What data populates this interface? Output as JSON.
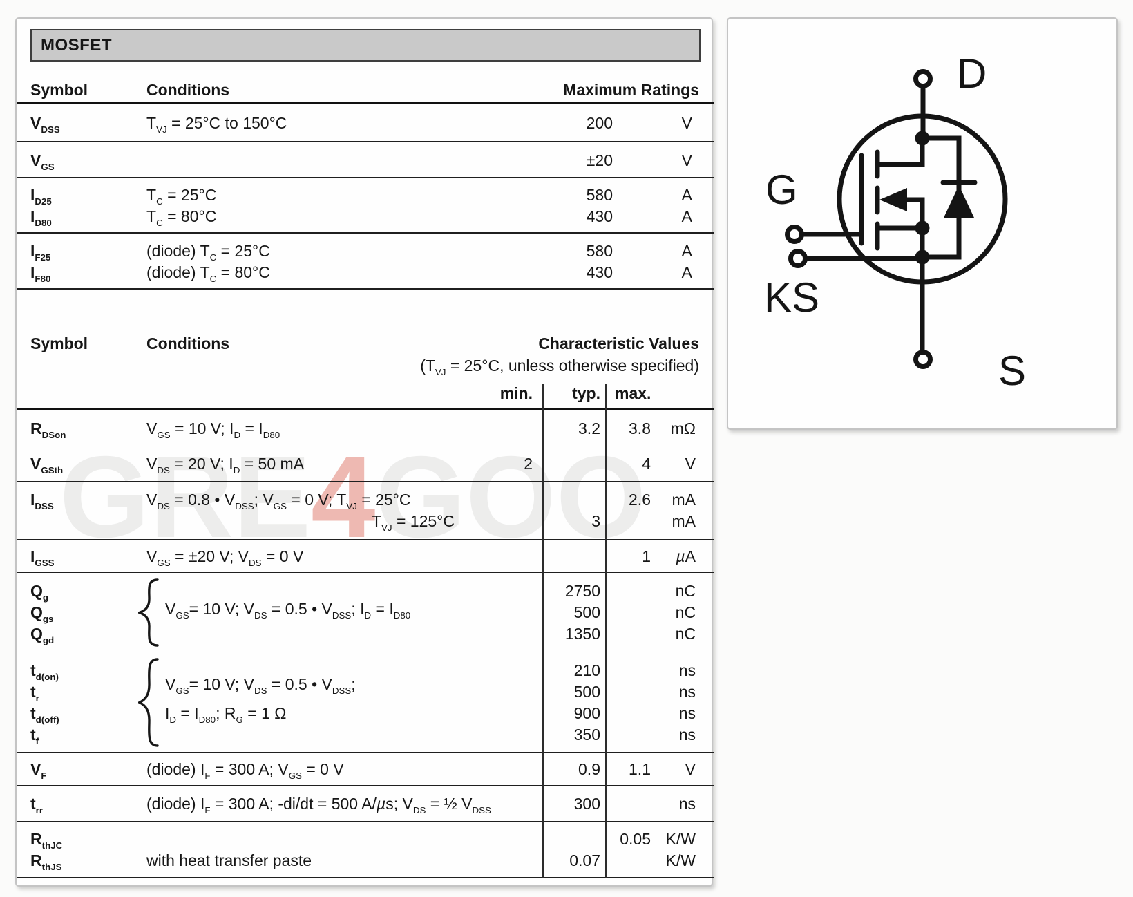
{
  "watermark": {
    "prefix": "GRE",
    "accent": "4",
    "suffix": "GOO"
  },
  "ratings_table": {
    "section_title": "MOSFET",
    "header": {
      "symbol": "Symbol",
      "conditions": "Conditions",
      "values": "Maximum Ratings"
    },
    "rows": [
      {
        "h": 55,
        "lines": [
          {
            "sym": "V_{DSS}",
            "cond": "T_{VJ} = 25°C to 150°C",
            "value": "200",
            "unit": "V"
          }
        ]
      },
      {
        "h": 52,
        "lines": [
          {
            "sym": "V_{GS}",
            "cond": "",
            "value": "±20",
            "unit": "V"
          }
        ]
      },
      {
        "h": 80,
        "lines": [
          {
            "sym": "I_{D25}",
            "cond": "T_{C} = 25°C",
            "value": "580",
            "unit": "A"
          },
          {
            "sym": "I_{D80}",
            "cond": "T_{C} = 80°C",
            "value": "430",
            "unit": "A"
          }
        ]
      },
      {
        "h": 81,
        "lines": [
          {
            "sym": "I_{F25}",
            "cond": "(diode) T_{C} = 25°C",
            "value": "580",
            "unit": "A"
          },
          {
            "sym": "I_{F80}",
            "cond": "(diode) T_{C} = 80°C",
            "value": "430",
            "unit": "A"
          }
        ]
      }
    ]
  },
  "char_table": {
    "header": {
      "symbol": "Symbol",
      "conditions": "Conditions",
      "values": "Characteristic Values",
      "subtitle": "(T_{VJ} = 25°C, unless otherwise specified)",
      "min": "min.",
      "typ": "typ.",
      "max": "max."
    },
    "rows": [
      {
        "h": 52,
        "lines": [
          {
            "sym": "R_{DSon}",
            "cond": "V_{GS} = 10 V; I_{D} = I_{D80}",
            "typ": "3.2",
            "max": "3.8",
            "unit": "mΩ"
          }
        ]
      },
      {
        "h": 51,
        "lines": [
          {
            "sym": "V_{GSth}",
            "cond": "V_{DS} = 20 V; I_{D} = 50 mA",
            "min": "2",
            "max": "4",
            "unit": "V"
          }
        ]
      },
      {
        "h": 84,
        "lines": [
          {
            "sym": "I_{DSS}",
            "cond": "V_{DS} = 0.8 • V_{DSS}; V_{GS} = 0 V; T_{VJ} =  25°C",
            "max": "2.6",
            "unit": "mA"
          },
          {
            "cond": "T_{VJ} = 125°C",
            "cond_align": "right",
            "typ": "3",
            "unit": "mA"
          }
        ]
      },
      {
        "h": 48,
        "lines": [
          {
            "sym": "I_{GSS}",
            "cond": "V_{GS} = ±20 V; V_{DS} = 0 V",
            "max": "1",
            "unit": "µA"
          }
        ]
      },
      {
        "h": 115,
        "brace": true,
        "cond_block": [
          "V_{GS}= 10 V; V_{DS} = 0.5 • V_{DSS}; I_{D} = I_{D80}"
        ],
        "lines": [
          {
            "sym": "Q_{g}",
            "typ": "2750",
            "unit": "nC"
          },
          {
            "sym": "Q_{gs}",
            "typ": "500",
            "unit": "nC"
          },
          {
            "sym": "Q_{gd}",
            "typ": "1350",
            "unit": "nC"
          }
        ]
      },
      {
        "h": 145,
        "brace": true,
        "cond_block": [
          "V_{GS}= 10 V; V_{DS} = 0.5 • V_{DSS};",
          "I_{D} = I_{D80}; R_{G} = 1 Ω"
        ],
        "lines": [
          {
            "sym": "t_{d(on)}",
            "typ": "210",
            "unit": "ns"
          },
          {
            "sym": "t_{r}",
            "typ": "500",
            "unit": "ns"
          },
          {
            "sym": "t_{d(off)}",
            "typ": "900",
            "unit": "ns"
          },
          {
            "sym": "t_{f}",
            "typ": "350",
            "unit": "ns"
          }
        ]
      },
      {
        "h": 48,
        "lines": [
          {
            "sym": "V_{F}",
            "cond": "(diode) I_{F} = 300 A; V_{GS} = 0 V",
            "typ": "0.9",
            "max": "1.1",
            "unit": "V"
          }
        ]
      },
      {
        "h": 52,
        "lines": [
          {
            "sym": "t_{rr}",
            "cond": "(diode) I_{F} = 300 A; -di/dt = 500 A/µs; V_{DS} = ½ V_{DSS}",
            "typ": "300",
            "unit": "ns"
          }
        ]
      },
      {
        "h": 82,
        "lines": [
          {
            "sym": "R_{thJC}",
            "max": "0.05",
            "unit": "K/W"
          },
          {
            "sym": "R_{thJS}",
            "cond": "with heat transfer paste",
            "typ": "0.07",
            "unit": "K/W"
          }
        ]
      }
    ]
  },
  "diagram": {
    "labels": {
      "drain": "D",
      "gate": "G",
      "kelvin_source": "KS",
      "source": "S"
    }
  }
}
